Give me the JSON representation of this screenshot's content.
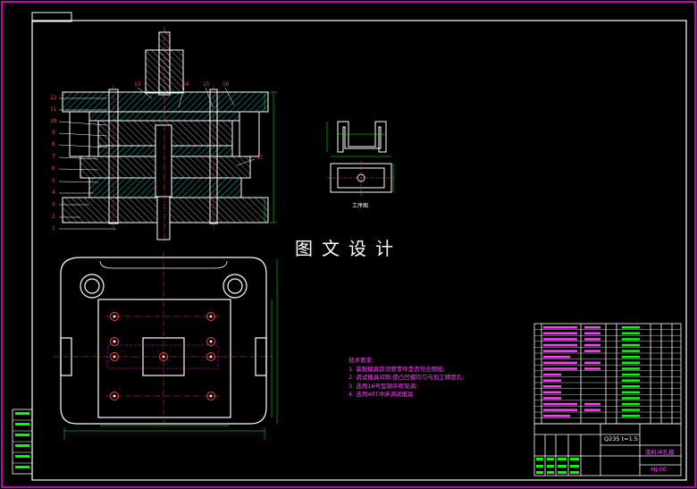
{
  "drawing": {
    "watermark": "图文设计",
    "workpiece_label": "工序图",
    "part_numbers": [
      "1",
      "2",
      "3",
      "4",
      "5",
      "6",
      "7",
      "8",
      "9",
      "10",
      "11",
      "12",
      "13",
      "14",
      "15",
      "16",
      "17"
    ],
    "tech_requirements": {
      "title": "技术要求:",
      "items": [
        "1. 装配模具前须要零件是否符合图纸;",
        "2. 调试模具间隙,使凸凹模均匀与加工精度孔;",
        "3. 选用16号型钢平框架调;",
        "4. 选用40T冲床调试模具"
      ]
    },
    "title_block": {
      "material": "Q235 t=1.5",
      "drawing_name": "落料冲孔模",
      "drawing_number": "MJ-00"
    },
    "colors": {
      "border": "#ff00ff",
      "outline": "#ffffff",
      "hatch": "#00ffff",
      "center": "#ff4040",
      "dimension": "#00ff00",
      "text": "#ff40ff"
    }
  }
}
